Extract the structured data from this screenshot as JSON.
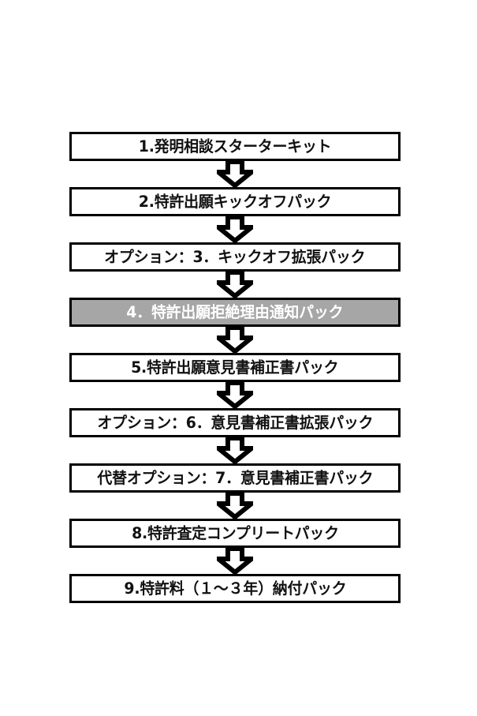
{
  "diagram": {
    "title": "",
    "background_color": "#ffffff",
    "border_color": "#000000",
    "highlight_fill": "#a6a6a6",
    "highlight_text_color": "#ffffff",
    "text_color": "#111111",
    "arrow_icon_name": "arrow-down-icon",
    "steps": [
      {
        "id": 1,
        "label": "1.発明相談スターターキット",
        "highlighted": false
      },
      {
        "id": 2,
        "label": "2.特許出願キックオフパック",
        "highlighted": false
      },
      {
        "id": 3,
        "label": "オプション：3．キックオフ拡張パック",
        "highlighted": false
      },
      {
        "id": 4,
        "label": "4．特許出願拒絶理由通知パック",
        "highlighted": true
      },
      {
        "id": 5,
        "label": "5.特許出願意見書補正書パック",
        "highlighted": false
      },
      {
        "id": 6,
        "label": "オプション：6．意見書補正書拡張パック",
        "highlighted": false
      },
      {
        "id": 7,
        "label": "代替オプション：7．意見書補正書パック",
        "highlighted": false
      },
      {
        "id": 8,
        "label": "8.特許査定コンプリートパック",
        "highlighted": false
      },
      {
        "id": 9,
        "label": "9.特許料（１～３年）納付パック",
        "highlighted": false
      }
    ]
  }
}
